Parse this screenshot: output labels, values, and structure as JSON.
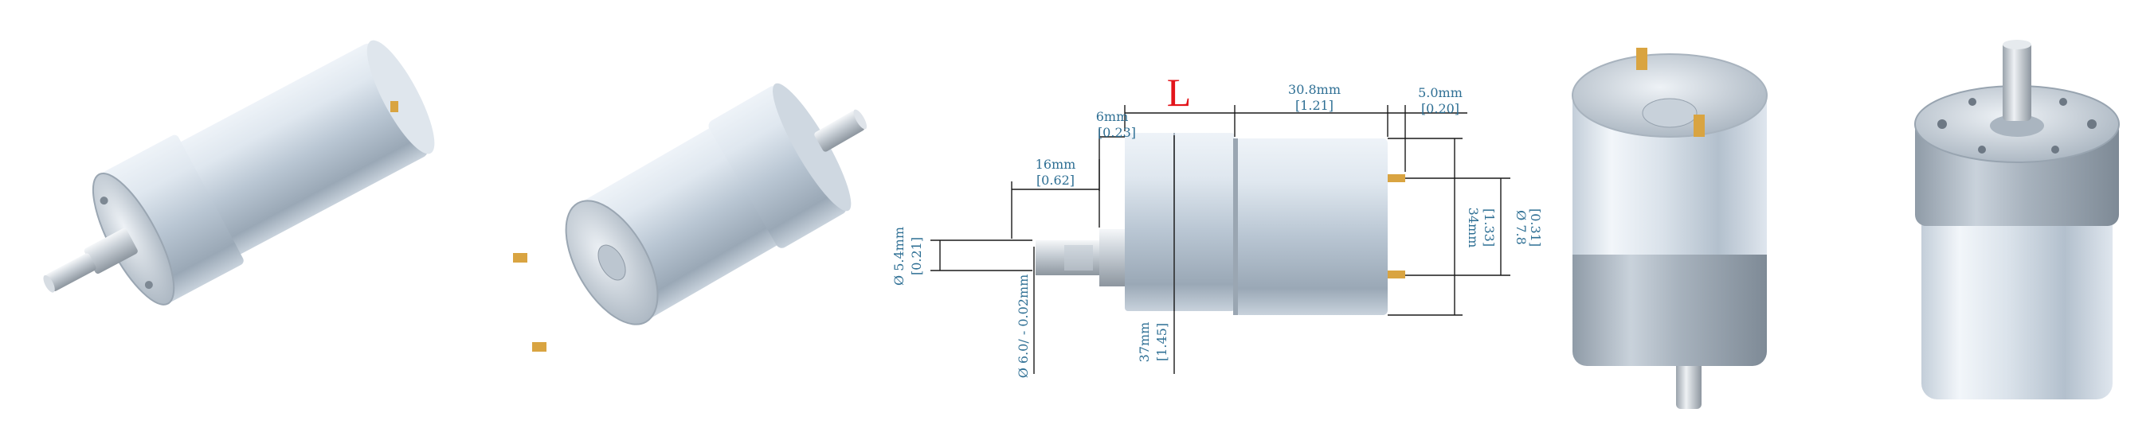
{
  "diagram": {
    "length_marker": "L",
    "dimensions": {
      "d_gearbox_offset": {
        "mm": "6mm",
        "in": "[0.23]"
      },
      "d_motor_length": {
        "mm": "30.8mm",
        "in": "[1.21]"
      },
      "d_terminal_length": {
        "mm": "5.0mm",
        "in": "[0.20]"
      },
      "d_shaft_length": {
        "mm": "16mm",
        "in": "[0.62]"
      },
      "d_shaft_flat": {
        "mm": "Ø 5.4mm",
        "in": "[0.21]"
      },
      "d_shaft_diameter": {
        "mm": "Ø 6.0/ - 0.02mm"
      },
      "d_gearbox_diameter": {
        "mm": "37mm",
        "in": "[1.45]"
      },
      "d_terminal_spacing": {
        "mm": "34mm",
        "in": "[1.33]"
      },
      "d_terminal_diameter": {
        "mm": "Ø 7.8",
        "in": "[0.31]"
      }
    }
  },
  "colors": {
    "dimension_text": "#2e6f94",
    "length_marker": "#e3141a",
    "dimension_lines": "#1a1a1a",
    "metal_light": "#f1f5f9",
    "metal_mid": "#c4d0dc",
    "metal_dark": "#8c9aa8",
    "terminal_gold": "#d9a441"
  }
}
